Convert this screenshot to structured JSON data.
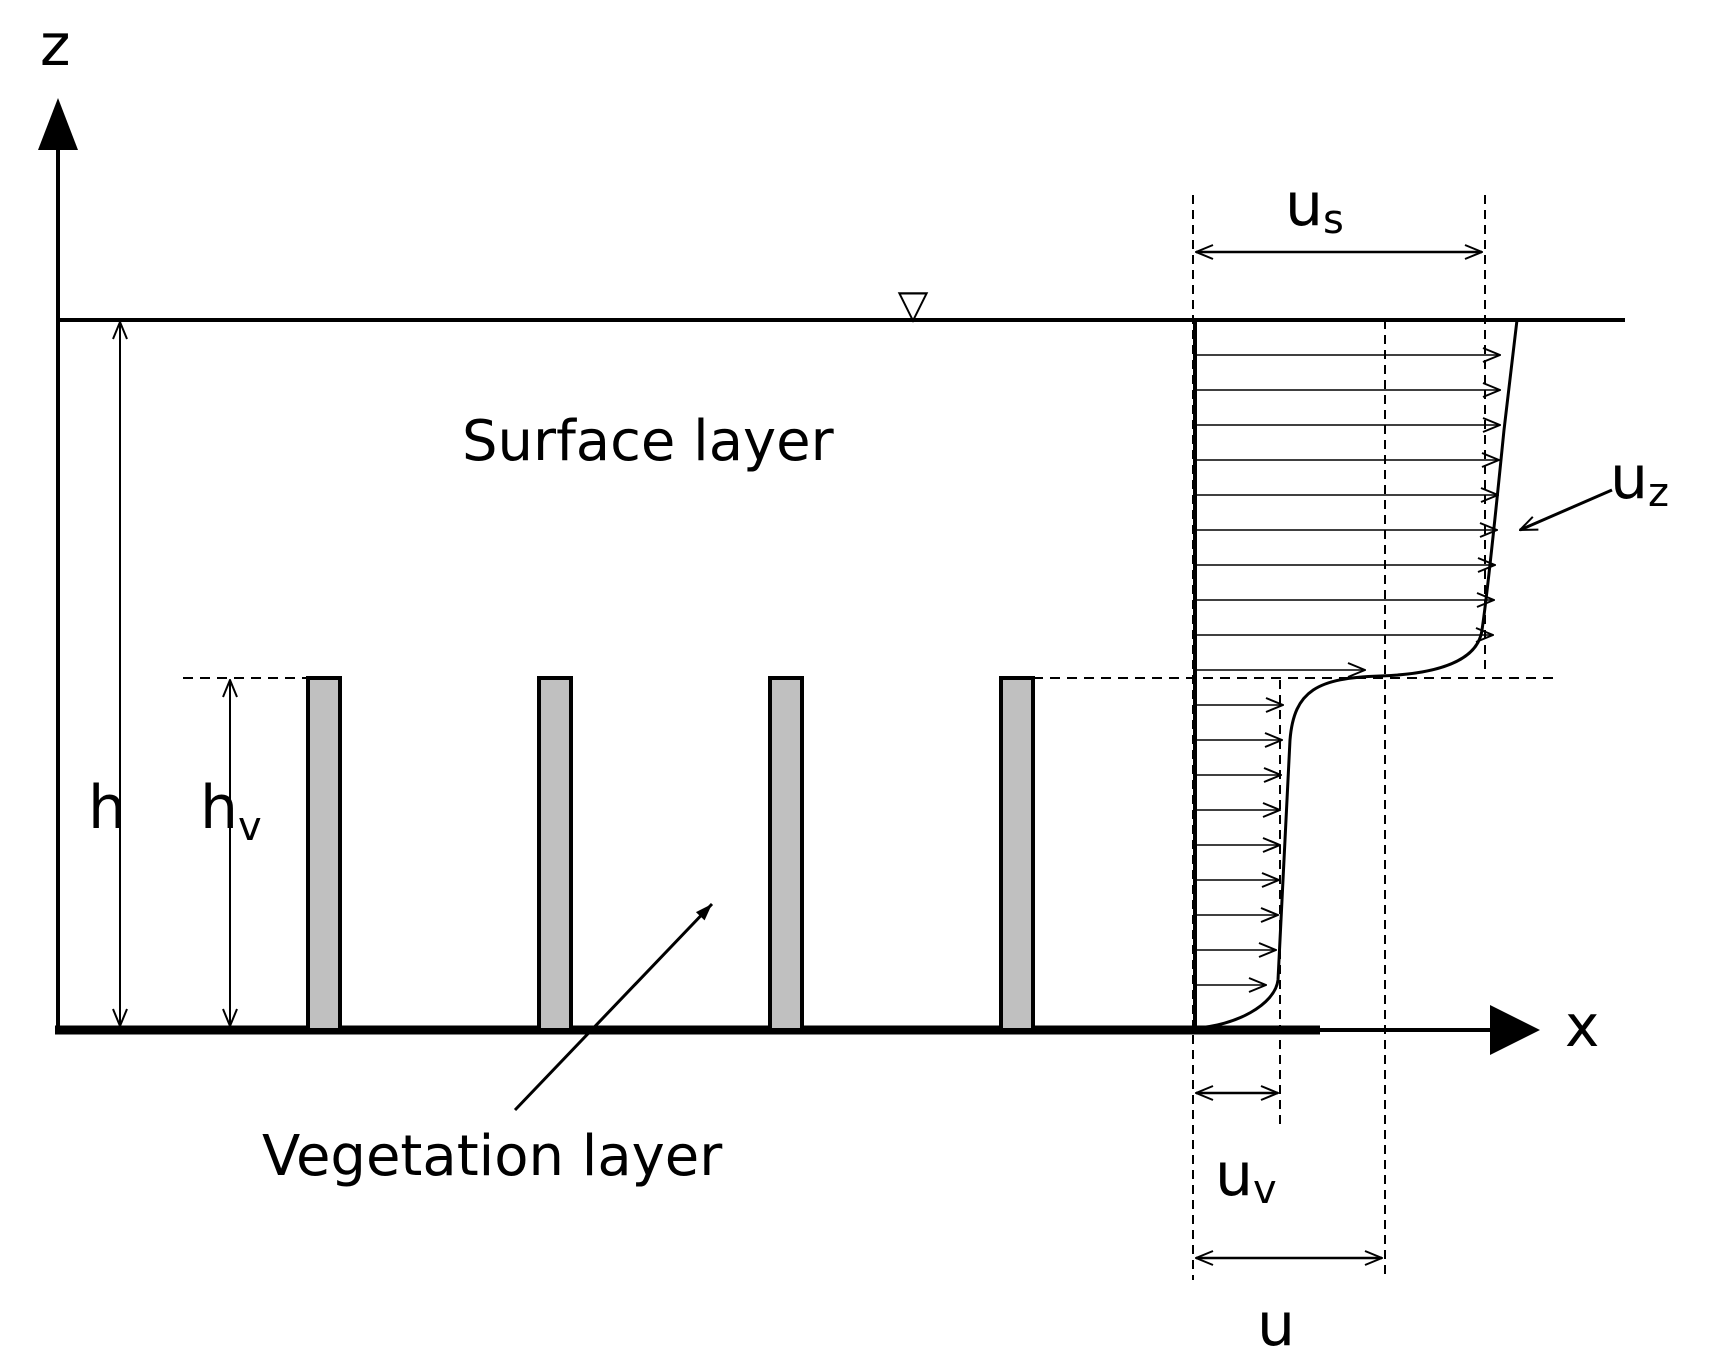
{
  "axes": {
    "z_label": "z",
    "x_label": "x"
  },
  "layers": {
    "surface": "Surface layer",
    "vegetation": "Vegetation layer"
  },
  "depths": {
    "total_main": "h",
    "veg_main": "h",
    "veg_sub": "v"
  },
  "velocities": {
    "surface_main": "u",
    "surface_sub": "s",
    "profile_main": "u",
    "profile_sub": "z",
    "veg_main": "u",
    "veg_sub": "v",
    "mean": "u"
  },
  "free_surface_symbol": "▽",
  "colors": {
    "stem_fill": "#c0c0c0",
    "line": "#000000"
  }
}
